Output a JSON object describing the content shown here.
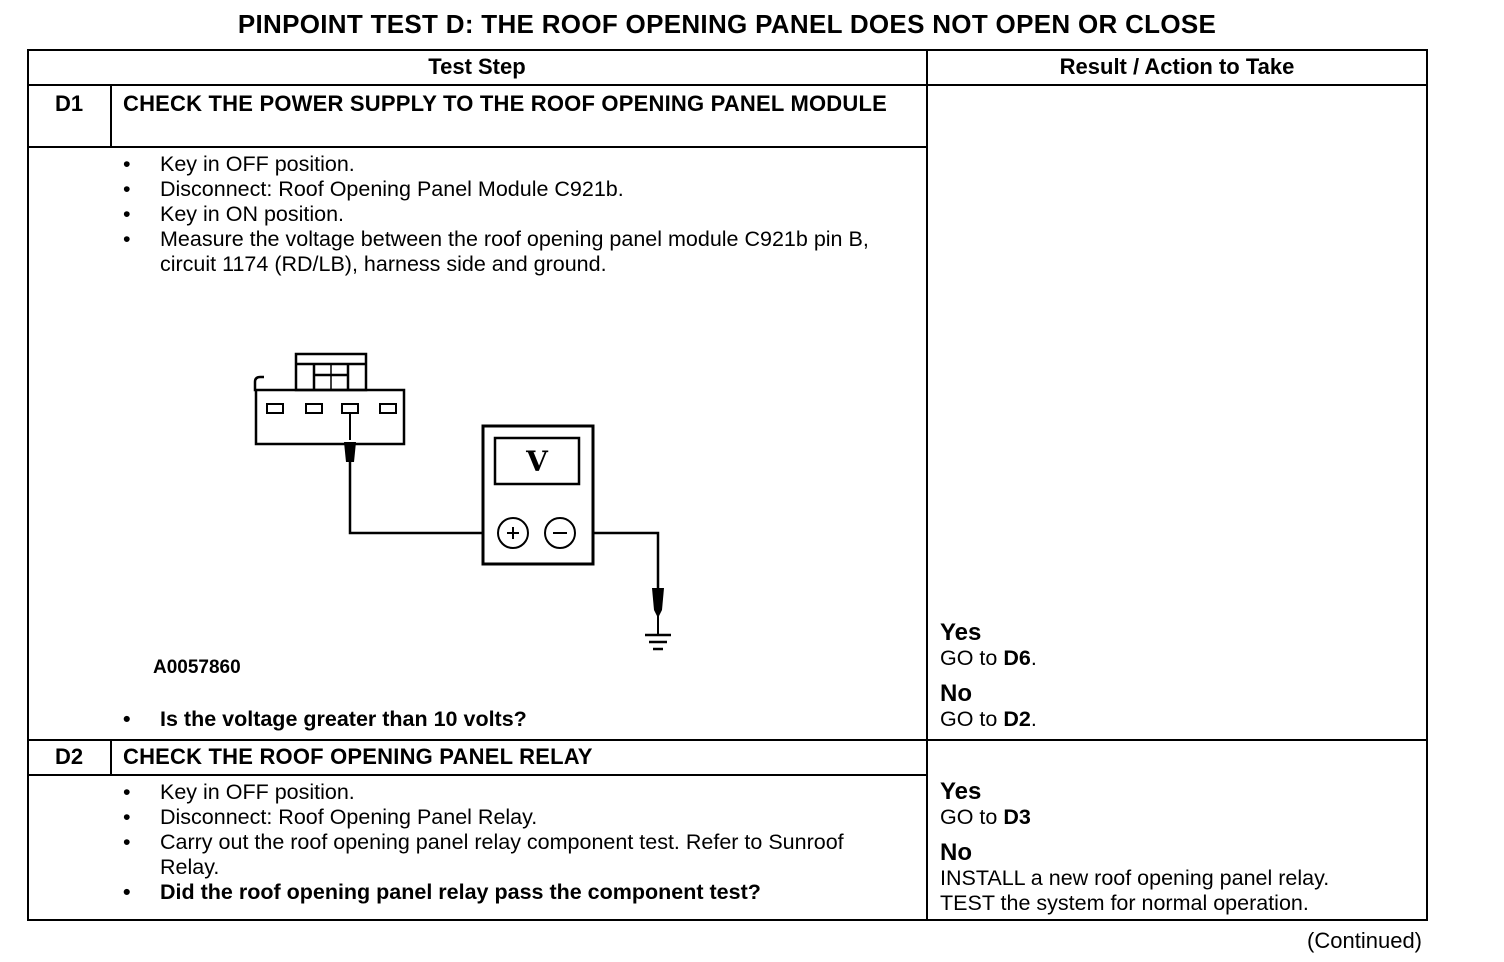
{
  "title": "PINPOINT TEST D: THE ROOF OPENING PANEL DOES NOT OPEN OR CLOSE",
  "headers": {
    "test_step": "Test Step",
    "result": "Result / Action to Take"
  },
  "steps": [
    {
      "id": "D1",
      "title": "CHECK THE POWER SUPPLY TO THE ROOF OPENING PANEL MODULE",
      "bullets": [
        "Key in OFF position.",
        "Disconnect: Roof Opening Panel Module C921b.",
        "Key in ON position.",
        "Measure the voltage between the roof opening panel module C921b pin B, circuit 1174 (RD/LB), harness side and ground."
      ],
      "figure_code": "A0057860",
      "question": "Is the voltage greater than 10 volts?",
      "yes_label": "Yes",
      "yes_action_text": "GO to ",
      "yes_action_ref": "D6",
      "yes_action_end": ".",
      "no_label": "No",
      "no_action_text": "GO to ",
      "no_action_ref": "D2",
      "no_action_end": "."
    },
    {
      "id": "D2",
      "title": "CHECK THE ROOF OPENING PANEL RELAY",
      "bullets": [
        "Key in OFF position.",
        "Disconnect: Roof Opening Panel Relay.",
        "Carry out the roof opening panel relay component test. Refer to Sunroof Relay."
      ],
      "question": "Did the roof opening panel relay pass the component test?",
      "yes_label": "Yes",
      "yes_action_text": "GO to ",
      "yes_action_ref": "D3",
      "no_label": "No",
      "no_action_line1": "INSTALL a new roof opening panel relay.",
      "no_action_line2": "TEST the system for normal operation."
    }
  ],
  "meter_symbol": "V",
  "continued": "(Continued)"
}
